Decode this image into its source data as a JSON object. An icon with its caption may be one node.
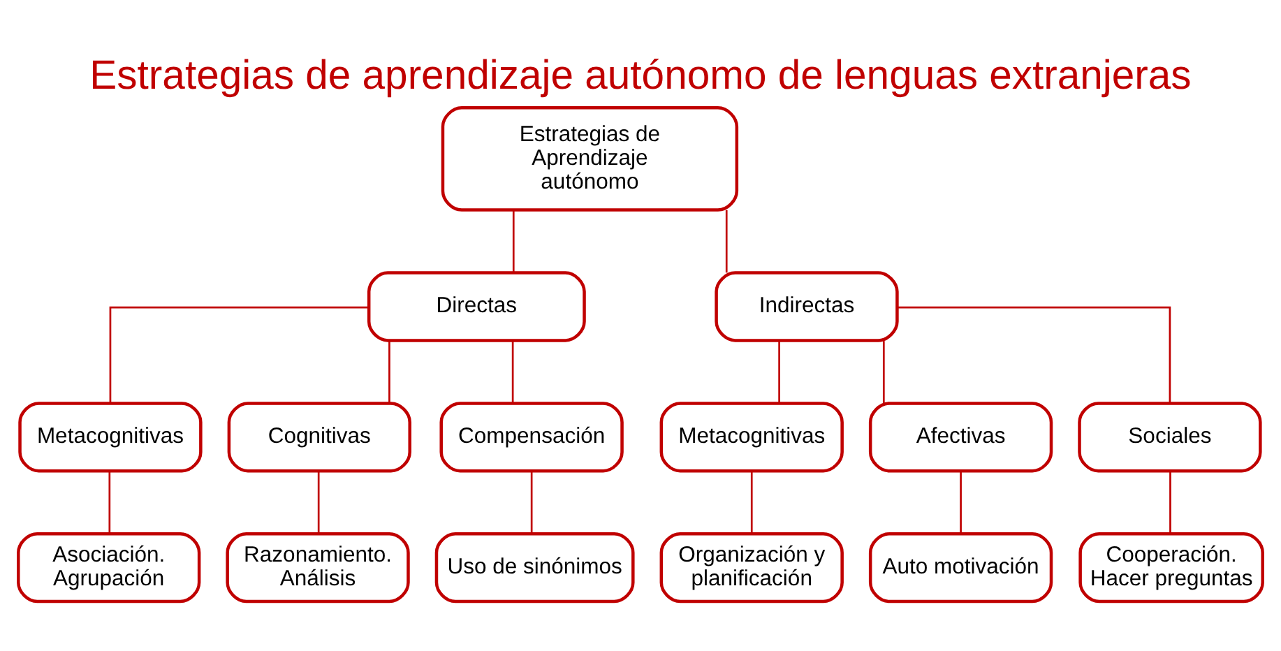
{
  "diagram": {
    "title": "Estrategias de aprendizaje autónomo de lenguas extranjeras",
    "nodes": [
      {
        "text": [
          "Estrategias de Aprendizaje autónomo"
        ]
      },
      {
        "text": [
          "Directas"
        ]
      },
      {
        "text": [
          "Indirectas"
        ]
      },
      {
        "text": [
          "Metacognitivas"
        ]
      },
      {
        "text": [
          "Cognitivas"
        ]
      },
      {
        "text": [
          "Compensación"
        ]
      },
      {
        "text": [
          "Metacognitivas"
        ]
      },
      {
        "text": [
          "Afectivas"
        ]
      },
      {
        "text": [
          "Sociales"
        ]
      },
      {
        "text": [
          "Asociación. Agrupación"
        ]
      },
      {
        "text": [
          "Razonamiento. Análisis"
        ]
      },
      {
        "text": [
          "Uso de sinónimos"
        ]
      },
      {
        "text": [
          "Organización y planificación"
        ]
      },
      {
        "text": [
          "Auto motivación"
        ]
      },
      {
        "text": [
          "Cooperación. Hacer preguntas"
        ]
      }
    ],
    "edges": [
      {
        "from": 0,
        "to": 1,
        "arrow": "none"
      },
      {
        "from": 0,
        "to": 2,
        "arrow": "none"
      },
      {
        "from": 1,
        "to": 3,
        "arrow": "none"
      },
      {
        "from": 1,
        "to": 4,
        "arrow": "none"
      },
      {
        "from": 1,
        "to": 5,
        "arrow": "none"
      },
      {
        "from": 2,
        "to": 6,
        "arrow": "none"
      },
      {
        "from": 2,
        "to": 7,
        "arrow": "none"
      },
      {
        "from": 2,
        "to": 8,
        "arrow": "none"
      },
      {
        "from": 3,
        "to": 9,
        "arrow": "none"
      },
      {
        "from": 4,
        "to": 10,
        "arrow": "none"
      },
      {
        "from": 5,
        "to": 11,
        "arrow": "none"
      },
      {
        "from": 6,
        "to": 12,
        "arrow": "none"
      },
      {
        "from": 7,
        "to": 13,
        "arrow": "none"
      },
      {
        "from": 8,
        "to": 14,
        "arrow": "none"
      }
    ]
  }
}
